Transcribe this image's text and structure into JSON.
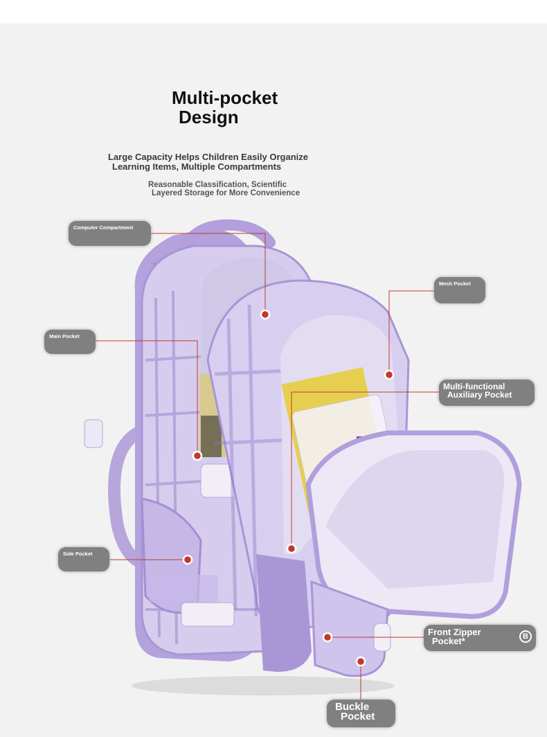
{
  "title": {
    "line1": "Multi-pocket",
    "line2": "Design"
  },
  "subtitle": {
    "line1": "Large Capacity Helps Children Easily Organize",
    "line2": "Learning Items, Multiple Compartments"
  },
  "description": {
    "line1": "Reasonable Classification, Scientific",
    "line2": "Layered Storage for More Convenience"
  },
  "labels": {
    "computer_compartment": "Computer Compartment",
    "main_pocket": "Main Pocket",
    "side_pocket": "Side Pocket",
    "mesh_pocket": "Mesh Pocket",
    "multifunctional_line1": "Multi-functional",
    "multifunctional_line2": "Auxiliary Pocket",
    "front_zipper_line1": "Front Zipper",
    "front_zipper_line2": "Pocket*",
    "front_zipper_badge": "B",
    "buckle_line1": "Buckle",
    "buckle_line2": "Pocket"
  },
  "colors": {
    "background": "#f2f2f2",
    "bag_purple": "#a894d4",
    "bag_lavender": "#c9bce8",
    "lining": "#e4def2",
    "callout_line": "#c0392b",
    "label_pill": "#808080"
  }
}
